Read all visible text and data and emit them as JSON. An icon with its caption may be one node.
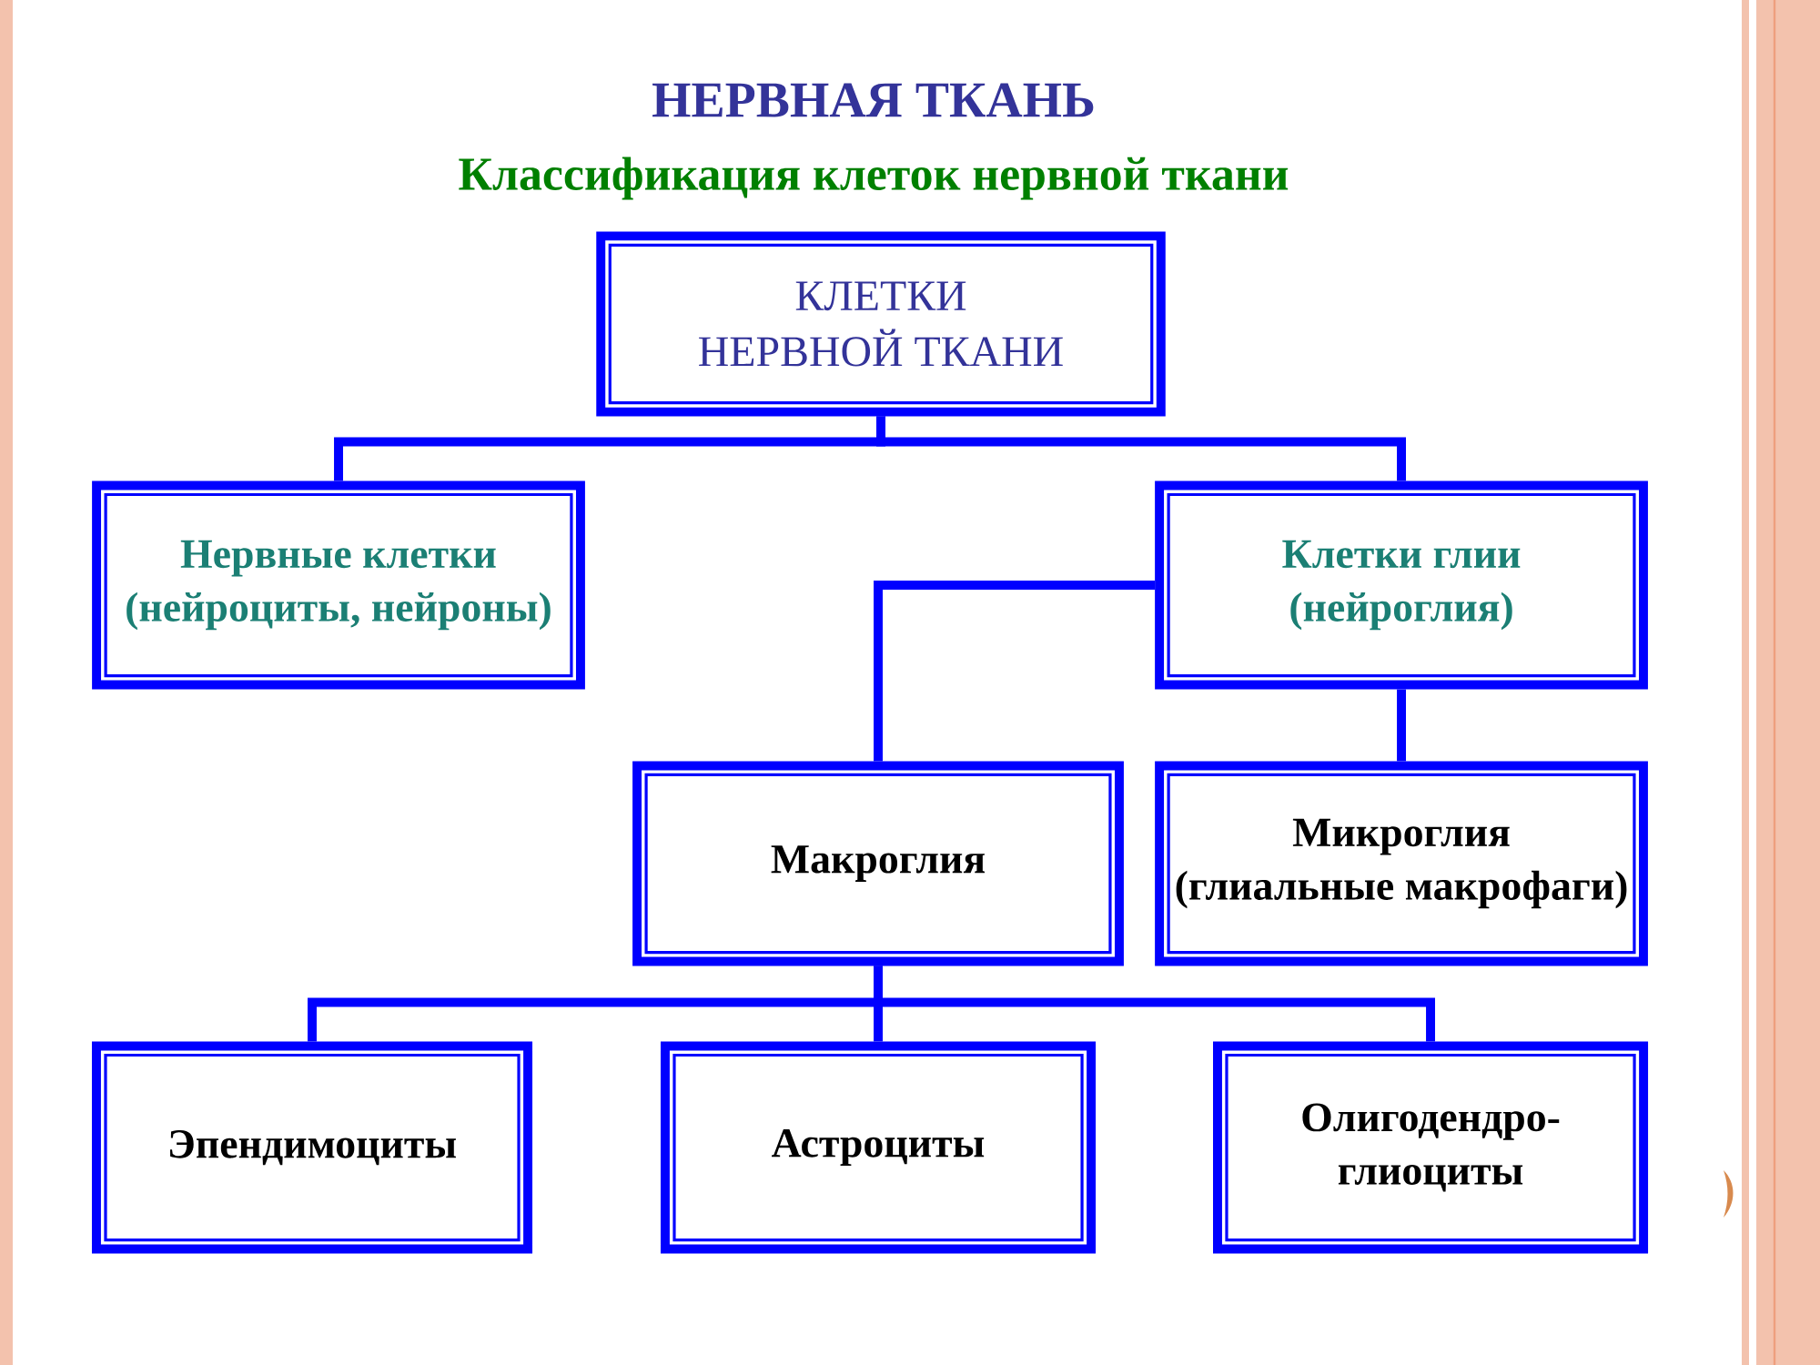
{
  "diagram": {
    "title": "НЕРВНАЯ ТКАНЬ",
    "nodes": [
      {
        "text": [
          "КЛЕТКИ НЕРВНОЙ ТКАНИ"
        ]
      },
      {
        "text": [
          "Нервные клетки (нейроциты, нейроны)"
        ]
      },
      {
        "text": [
          "Клетки глии (нейроглия)"
        ]
      },
      {
        "text": [
          "Макроглия"
        ]
      },
      {
        "text": [
          "Микроглия (глиальные макрофаги)"
        ]
      },
      {
        "text": [
          "Эпендимоциты"
        ]
      },
      {
        "text": [
          "Астроциты"
        ]
      },
      {
        "text": [
          "Олигодендро- глиоциты"
        ]
      }
    ],
    "edges": [
      {
        "from": 0,
        "to": 1,
        "arrow": "none"
      },
      {
        "from": 0,
        "to": 2,
        "arrow": "none"
      },
      {
        "from": 2,
        "to": 3,
        "arrow": "none"
      },
      {
        "from": 2,
        "to": 4,
        "arrow": "none"
      },
      {
        "from": 3,
        "to": 5,
        "arrow": "none"
      },
      {
        "from": 3,
        "to": 6,
        "arrow": "none"
      },
      {
        "from": 3,
        "to": 7,
        "arrow": "none"
      }
    ],
    "labels": [
      "Классификация клеток нервной ткани"
    ]
  }
}
